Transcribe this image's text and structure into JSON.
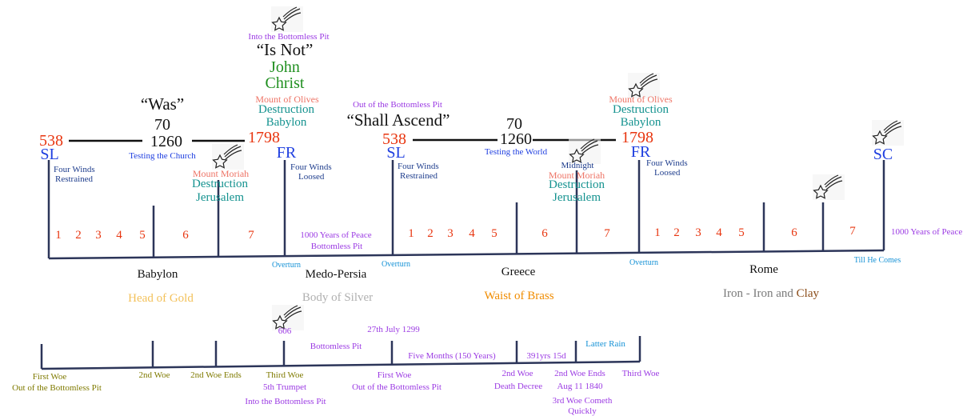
{
  "top": {
    "was": "“Was”",
    "is_not": "“Is Not”",
    "shall_ascend": "“Shall Ascend”",
    "into_pit_top": "Into the Bottomless Pit",
    "john": "John",
    "christ": "Christ",
    "out_of_pit_top": "Out of the Bottomless Pit",
    "mount_olives_1": "Mount of Olives",
    "mount_olives_2": "Mount of Olives",
    "destruction_1": "Destruction",
    "babylon_1": "Babylon",
    "destruction_2": "Destruction",
    "babylon_2": "Babylon",
    "seventy_1": "70",
    "seventy_2": "70",
    "p1260_1": "1260",
    "p1260_2": "1260",
    "y538_1": "538",
    "y538_2": "538",
    "y1798_1": "1798",
    "y1798_2": "1798",
    "sl_1": "SL",
    "sl_2": "SL",
    "fr_1": "FR",
    "fr_2": "FR",
    "sc": "SC",
    "testing_church": "Testing the Church",
    "testing_world": "Testing the World",
    "four_winds_1a": "Four Winds",
    "four_winds_1b": "Restrained",
    "four_winds_2a": "Four Winds",
    "four_winds_2b": "Loosed",
    "four_winds_3a": "Four Winds",
    "four_winds_3b": "Restrained",
    "four_winds_4a": "Four Winds",
    "four_winds_4b": "Loosed",
    "mount_moriah_1": "Mount Moriah",
    "mount_moriah_2": "Mount Moriah",
    "destruction_3": "Destruction",
    "jerusalem_1": "Jerusalem",
    "destruction_4": "Destruction",
    "jerusalem_2": "Jerusalem",
    "midnight": "Midnight",
    "peace_1a": "1000 Years of Peace",
    "peace_1b": "Bottomless Pit",
    "peace_2": "1000 Years of Peace",
    "overturn_1": "Overturn",
    "overturn_2": "Overturn",
    "overturn_3": "Overturn",
    "till_he_comes": "Till He Comes",
    "kingdoms": [
      "Babylon",
      "Medo-Persia",
      "Greece",
      "Rome"
    ],
    "head_gold": "Head of Gold",
    "body_silver": "Body of Silver",
    "waist_brass": "Waist of Brass",
    "iron_prefix": "Iron - Iron and ",
    "clay": "Clay",
    "numbers": [
      "1",
      "2",
      "3",
      "4",
      "5",
      "6",
      "7"
    ]
  },
  "bottom": {
    "first_woe_a": "First Woe",
    "first_woe_b": "Out of the Bottomless Pit",
    "second_woe": "2nd Woe",
    "second_woe_ends": "2nd Woe Ends",
    "third_woe_a": "Third Woe",
    "third_woe_b": "5th Trumpet",
    "into_pit": "Into the Bottomless Pit",
    "y606": "606",
    "bottomless_pit": "Bottomless Pit",
    "date_1299": "27th July 1299",
    "five_months": "Five Months (150 Years)",
    "first_woe_2a": "First Woe",
    "first_woe_2b": "Out of the Bottomless Pit",
    "yrs391": "391yrs 15d",
    "second_woe_2a": "2nd Woe",
    "second_woe_2b": "Death Decree",
    "latter_rain": "Latter Rain",
    "second_woe_ends_2a": "2nd Woe Ends",
    "second_woe_ends_2b": "Aug 11 1840",
    "third_woe_cometh_a": "3rd Woe Cometh",
    "third_woe_cometh_b": "Quickly",
    "third_woe_2": "Third Woe"
  },
  "icons": [
    "shooting-star-icon"
  ]
}
